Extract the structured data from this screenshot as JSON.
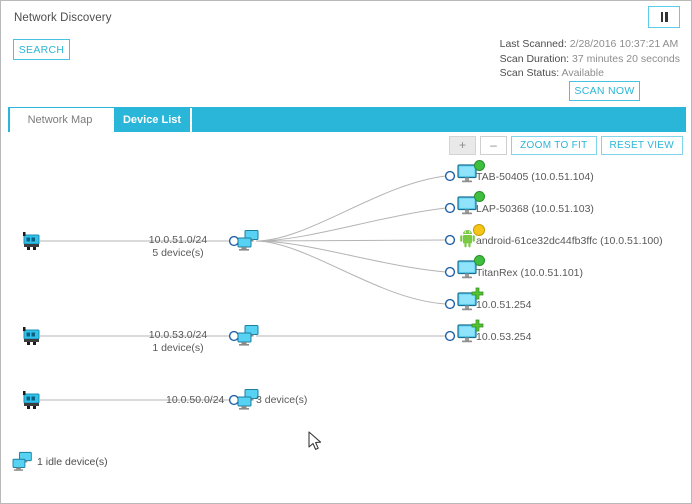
{
  "header": {
    "title": "Network Discovery",
    "search_label": "SEARCH",
    "pause_icon": "pause-icon"
  },
  "scan": {
    "last_scanned_label": "Last Scanned:",
    "last_scanned_value": "2/28/2016 10:37:21 AM",
    "duration_label": "Scan Duration:",
    "duration_value": "37 minutes 20 seconds",
    "status_label": "Scan Status:",
    "status_value": "Available",
    "scan_now_label": "SCAN NOW"
  },
  "tabs": [
    {
      "label": "Network Map",
      "active": true
    },
    {
      "label": "Device List",
      "active": false
    }
  ],
  "map_toolbar": {
    "zoom_in_label": "+",
    "zoom_out_label": "–",
    "zoom_to_fit_label": "ZOOM TO FIT",
    "reset_view_label": "RESET VIEW"
  },
  "map": {
    "subnets": [
      {
        "name": "10.0.51.0/24",
        "count_label": "5 device(s)"
      },
      {
        "name": "10.0.53.0/24",
        "count_label": "1 device(s)"
      },
      {
        "name": "10.0.50.0/24",
        "count_label": "3 device(s)"
      }
    ],
    "devices": [
      {
        "label": "TAB-50405 (10.0.51.104)",
        "icon": "monitor-icon",
        "badge": "online-green"
      },
      {
        "label": "LAP-50368 (10.0.51.103)",
        "icon": "monitor-icon",
        "badge": "online-green"
      },
      {
        "label": "android-61ce32dc44fb3ffc (10.0.51.100)",
        "icon": "android-icon",
        "badge": "idle-yellow"
      },
      {
        "label": "TitanRex (10.0.51.101)",
        "icon": "monitor-icon",
        "badge": "online-green"
      },
      {
        "label": "10.0.51.254",
        "icon": "monitor-icon",
        "badge": "add-green-plus"
      },
      {
        "label": "10.0.53.254",
        "icon": "monitor-icon",
        "badge": "add-green-plus"
      }
    ],
    "legend_label": "1 idle device(s)"
  },
  "colors": {
    "accent": "#29b6d8",
    "accent_border": "#45c3e0",
    "text": "#4d4d4d",
    "muted": "#8d8d8d",
    "edge": "#b0b0b0",
    "node_ring": "#1f5fa8",
    "status_green": "#3fbf3f",
    "status_yellow": "#f0c000"
  }
}
